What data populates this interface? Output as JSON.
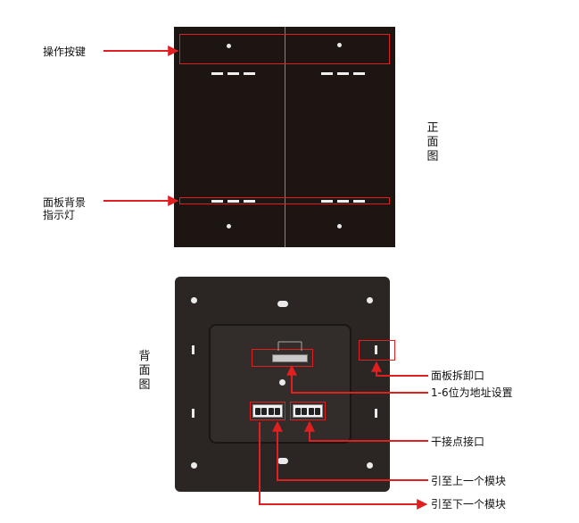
{
  "labels": {
    "operation_keys": "操作按键",
    "backlight_indicator_line1": "面板背景",
    "backlight_indicator_line2": "指示灯",
    "front_view": "正面图",
    "back_view": "背面图",
    "panel_removal_slot": "面板拆卸口",
    "address_setting": "1-6位为地址设置",
    "dry_contact_port": "干接点接口",
    "to_previous_module": "引至上一个模块",
    "to_next_module": "引至下一个模块"
  },
  "colors": {
    "panel": "#1c1512",
    "back_plate": "#2b2624",
    "annotation_red": "#e02020"
  }
}
